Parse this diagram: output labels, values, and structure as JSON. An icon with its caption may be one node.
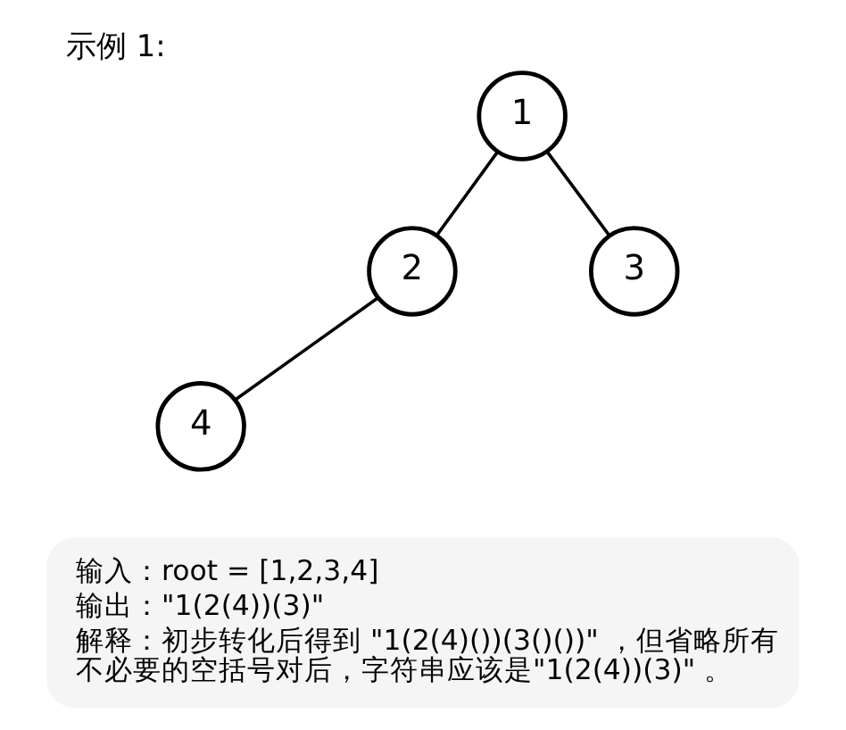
{
  "diagram": {
    "title": "示例 1:",
    "nodes": [
      {
        "text": [
          "1"
        ]
      },
      {
        "text": [
          "2"
        ]
      },
      {
        "text": [
          "3"
        ]
      },
      {
        "text": [
          "4"
        ]
      },
      {
        "text": [
          "输入：root = [1,2,3,4]",
          "输出：\"1(2(4))(3)\"",
          "解释：初步转化后得到 \"1(2(4)())(3()())\" ，但省略所有不必要的空括号对后，字符串应该是\"1(2(4))(3)\" 。"
        ]
      }
    ],
    "edges": [
      {
        "from": 0,
        "to": 1,
        "arrow": "none"
      },
      {
        "from": 0,
        "to": 2,
        "arrow": "none"
      },
      {
        "from": 1,
        "to": 3,
        "arrow": "none"
      }
    ]
  }
}
